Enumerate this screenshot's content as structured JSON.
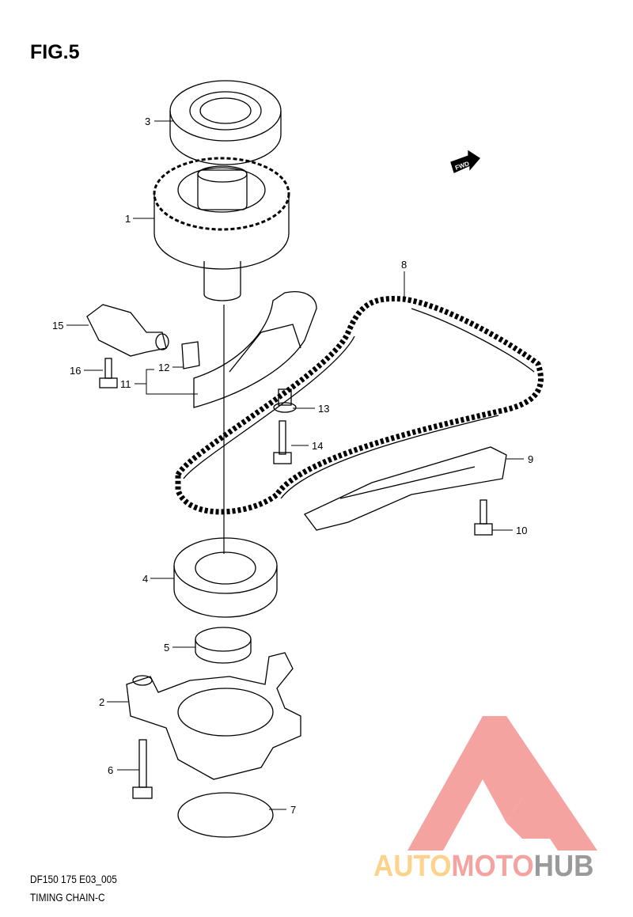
{
  "figure": {
    "title": "FIG.5",
    "code": "DF150 175 E03_005",
    "name": "TIMING CHAIN-C"
  },
  "fwd_label": "FWD",
  "callouts": {
    "c1": "1",
    "c2": "2",
    "c3": "3",
    "c4": "4",
    "c5": "5",
    "c6": "6",
    "c7": "7",
    "c8": "8",
    "c9": "9",
    "c10": "10",
    "c11": "11",
    "c12": "12",
    "c13": "13",
    "c14": "14",
    "c15": "15",
    "c16": "16"
  },
  "watermark": {
    "part1": "AUTO",
    "part2": "MOTO",
    "part3": "HUB"
  },
  "colors": {
    "watermark_red": "#f4a3a0",
    "watermark_orange": "#fdd28a",
    "watermark_gray": "#9a9a9a"
  }
}
